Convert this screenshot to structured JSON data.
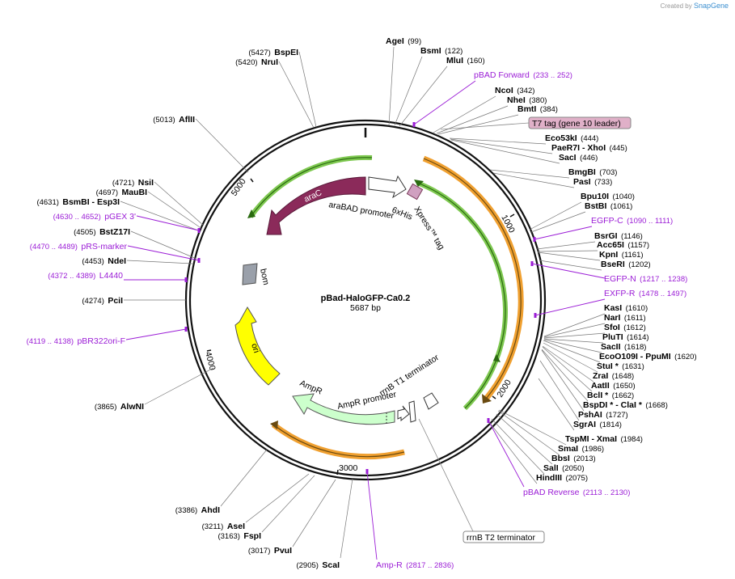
{
  "plasmid": {
    "name": "pBad-HaloGFP-Ca0.2",
    "length": "5687 bp"
  },
  "credit": {
    "prefix": "Created by",
    "brand": "SnapGene"
  },
  "ticks": [
    "1000",
    "2000",
    "3000",
    "4000",
    "5000"
  ],
  "features": {
    "araC": "araC",
    "araBAD_promoter": "araBAD promoter",
    "his": "6xHis",
    "xpress": "Xpress™ tag",
    "bom": "bom",
    "ori": "ori",
    "ampr": "AmpR",
    "ampr_promoter": "AmpR promoter",
    "rrnb_t1": "rrnB T1 terminator",
    "t7_tag": "T7 tag (gene 10 leader)",
    "rrnb_t2": "rrnB T2 terminator"
  },
  "sites": [
    {
      "name": "AgeI",
      "pos": "(99)"
    },
    {
      "name": "BsmI",
      "pos": "(122)"
    },
    {
      "name": "MluI",
      "pos": "(160)"
    },
    {
      "name": "NcoI",
      "pos": "(342)"
    },
    {
      "name": "NheI",
      "pos": "(380)"
    },
    {
      "name": "BmtI",
      "pos": "(384)"
    },
    {
      "name": "Eco53kI",
      "pos": "(444)"
    },
    {
      "name": "PaeR7I",
      "pos": "(445)",
      "extra": "- XhoI"
    },
    {
      "name": "SacI",
      "pos": "(446)"
    },
    {
      "name": "BmgBI",
      "pos": "(703)"
    },
    {
      "name": "PasI",
      "pos": "(733)"
    },
    {
      "name": "Bpu10I",
      "pos": "(1040)"
    },
    {
      "name": "BstBI",
      "pos": "(1061)"
    },
    {
      "name": "BsrGI",
      "pos": "(1146)"
    },
    {
      "name": "Acc65I",
      "pos": "(1157)"
    },
    {
      "name": "KpnI",
      "pos": "(1161)"
    },
    {
      "name": "BseRI",
      "pos": "(1202)"
    },
    {
      "name": "KasI",
      "pos": "(1610)"
    },
    {
      "name": "NarI",
      "pos": "(1611)"
    },
    {
      "name": "SfoI",
      "pos": "(1612)"
    },
    {
      "name": "PluTI",
      "pos": "(1614)"
    },
    {
      "name": "SacII",
      "pos": "(1618)"
    },
    {
      "name": "EcoO109I",
      "pos": "(1620)",
      "extra": "- PpuMI"
    },
    {
      "name": "StuI *",
      "pos": "(1631)"
    },
    {
      "name": "ZraI",
      "pos": "(1648)"
    },
    {
      "name": "AatII",
      "pos": "(1650)"
    },
    {
      "name": "BclI *",
      "pos": "(1662)"
    },
    {
      "name": "BspDI *",
      "pos": "(1668)",
      "extra": "- ClaI *"
    },
    {
      "name": "PshAI",
      "pos": "(1727)"
    },
    {
      "name": "SgrAI",
      "pos": "(1814)"
    },
    {
      "name": "TspMI",
      "pos": "(1984)",
      "extra": "- XmaI"
    },
    {
      "name": "SmaI",
      "pos": "(1986)"
    },
    {
      "name": "BbsI",
      "pos": "(2013)"
    },
    {
      "name": "SalI",
      "pos": "(2050)"
    },
    {
      "name": "HindIII",
      "pos": "(2075)"
    },
    {
      "name": "ScaI",
      "pos": "(2905)"
    },
    {
      "name": "PvuI",
      "pos": "(3017)"
    },
    {
      "name": "FspI",
      "pos": "(3163)"
    },
    {
      "name": "AseI",
      "pos": "(3211)"
    },
    {
      "name": "AhdI",
      "pos": "(3386)"
    },
    {
      "name": "AlwNI",
      "pos": "(3865)"
    },
    {
      "name": "PciI",
      "pos": "(4274)"
    },
    {
      "name": "NdeI",
      "pos": "(4453)"
    },
    {
      "name": "BstZ17I",
      "pos": "(4505)"
    },
    {
      "name": "BsmBI",
      "pos": "(4631)",
      "extra": "- Esp3I"
    },
    {
      "name": "MauBI",
      "pos": "(4697)"
    },
    {
      "name": "NsiI",
      "pos": "(4721)"
    },
    {
      "name": "AflII",
      "pos": "(5013)"
    },
    {
      "name": "NruI",
      "pos": "(5420)"
    },
    {
      "name": "BspEI",
      "pos": "(5427)"
    }
  ],
  "primers": [
    {
      "name": "pBAD Forward",
      "pos": "(233 .. 252)"
    },
    {
      "name": "EGFP-C",
      "pos": "(1090 .. 1111)"
    },
    {
      "name": "EGFP-N",
      "pos": "(1217 .. 1238)"
    },
    {
      "name": "EXFP-R",
      "pos": "(1478 .. 1497)"
    },
    {
      "name": "pBAD Reverse",
      "pos": "(2113 .. 2130)"
    },
    {
      "name": "Amp-R",
      "pos": "(2817 .. 2836)"
    },
    {
      "name": "pBR322ori-F",
      "pos": "(4119 .. 4138)"
    },
    {
      "name": "L4440",
      "pos": "(4372 .. 4389)"
    },
    {
      "name": "pRS-marker",
      "pos": "(4470 .. 4489)"
    },
    {
      "name": "pGEX 3'",
      "pos": "(4630 .. 4652)"
    }
  ],
  "colors": {
    "backbone": "#111111",
    "araC": "#8b2a5a",
    "gfp_green": "#5aa028",
    "orange": "#f0a030",
    "ori": "#ffff00",
    "ampr": "#ccffcc",
    "bom": "#9aa0aa",
    "primer": "#9b1dd6",
    "t7_box": "#e0b0c8"
  }
}
